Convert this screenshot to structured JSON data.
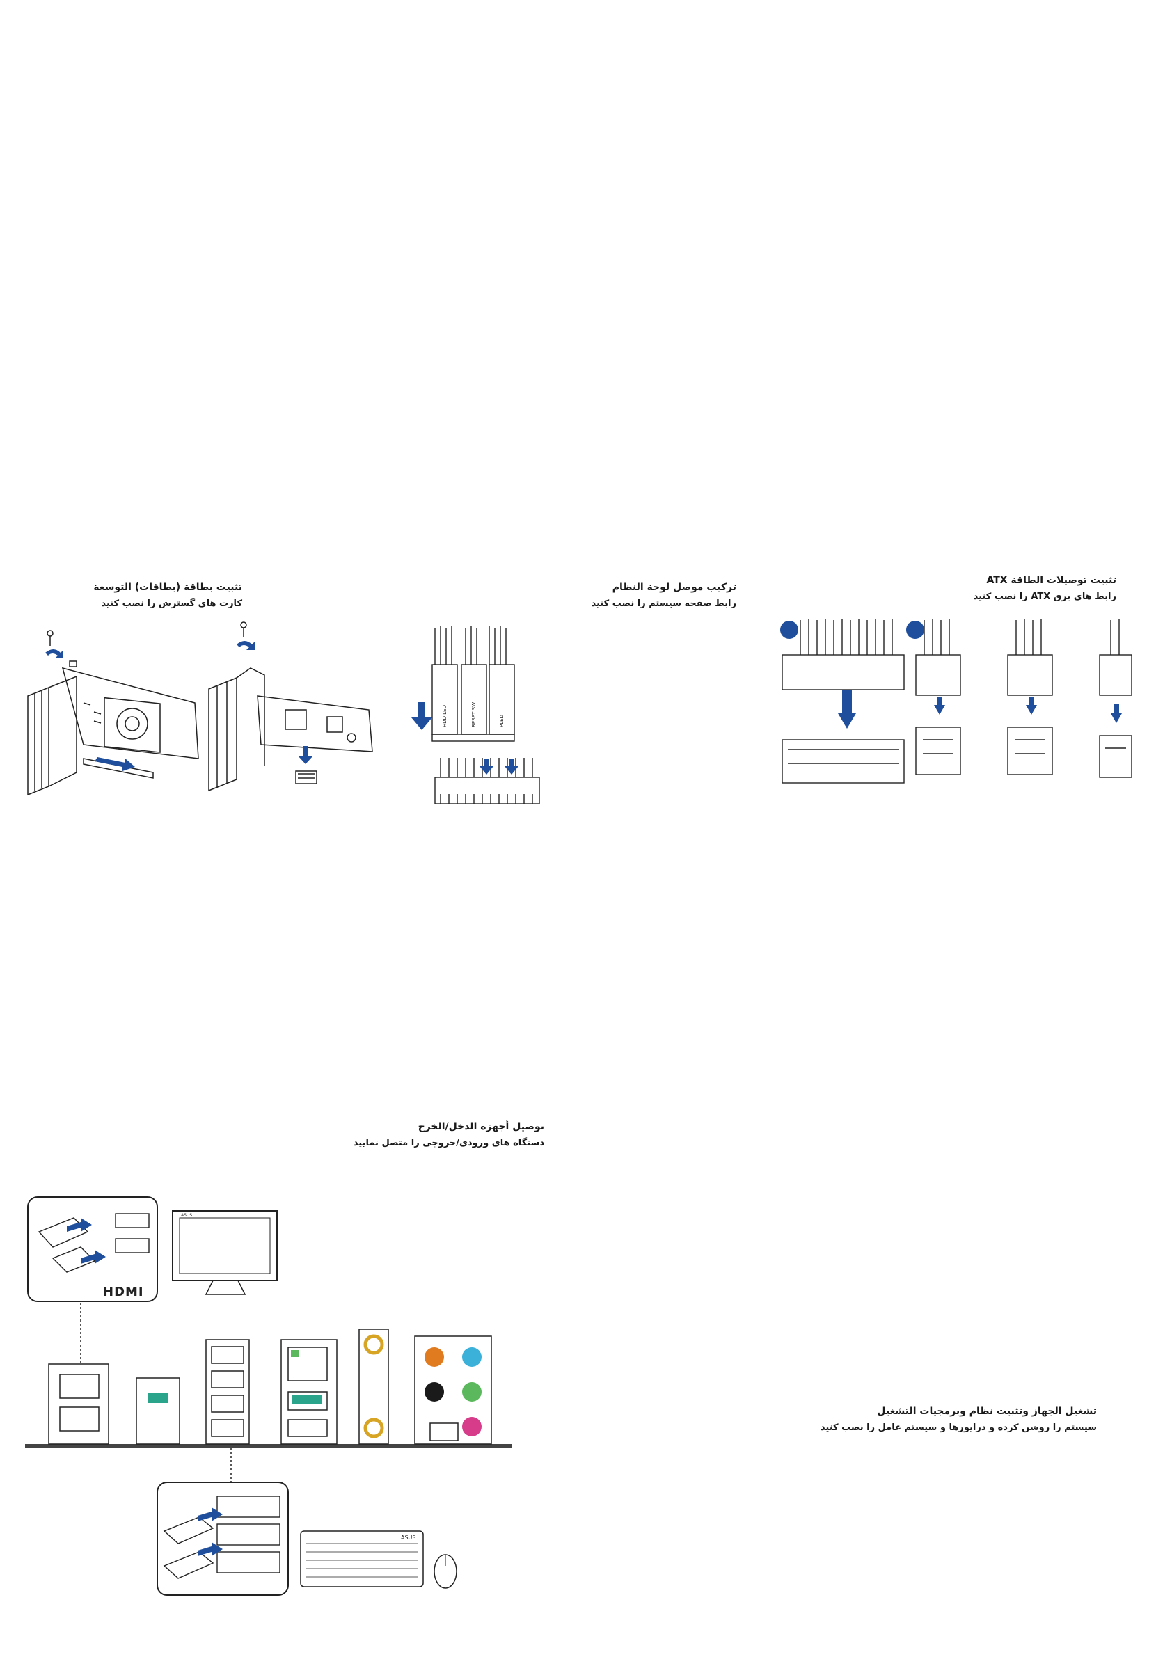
{
  "sections": {
    "expansion": {
      "title_ar": "تثبيت بطاقة (بطاقات) التوسعة",
      "title_fa": "کارت های گسترش را نصب کنید"
    },
    "panel": {
      "title_ar": "تركيب موصل لوحة النظام",
      "title_fa": "رابط صفحه سیستم را نصب کنید",
      "labels": [
        "HDD LED",
        "RESET SW",
        "PLED"
      ]
    },
    "atx": {
      "title_ar": "تثبيت توصيلات الطاقة ATX",
      "title_fa": "رابط های برق ATX را نصب کنید"
    },
    "io": {
      "title_ar": "توصيل أجهزة الدخل/الخرج",
      "title_fa": "دستگاه های ورودی/خروجی را متصل نمایید",
      "hdmi_logo": "HDMI",
      "monitor_brand": "ASUS",
      "keyboard_brand": "ASUS"
    },
    "power_on": {
      "title_ar": "تشغيل الجهاز وتثبيت نظام وبرمجيات التشغيل",
      "title_fa": "سیستم را روشن کرده و درایورها و سیستم عامل را نصب کنید"
    }
  },
  "colors": {
    "accent_blue": "#1f4e9c",
    "audio_orange": "#e07b20",
    "audio_cyan": "#3bb0d8",
    "audio_black": "#1a1a1a",
    "audio_green": "#5cb85c",
    "audio_pink": "#d63c8a",
    "usb_teal": "#2aa58c",
    "coax_gold": "#d8a424"
  }
}
